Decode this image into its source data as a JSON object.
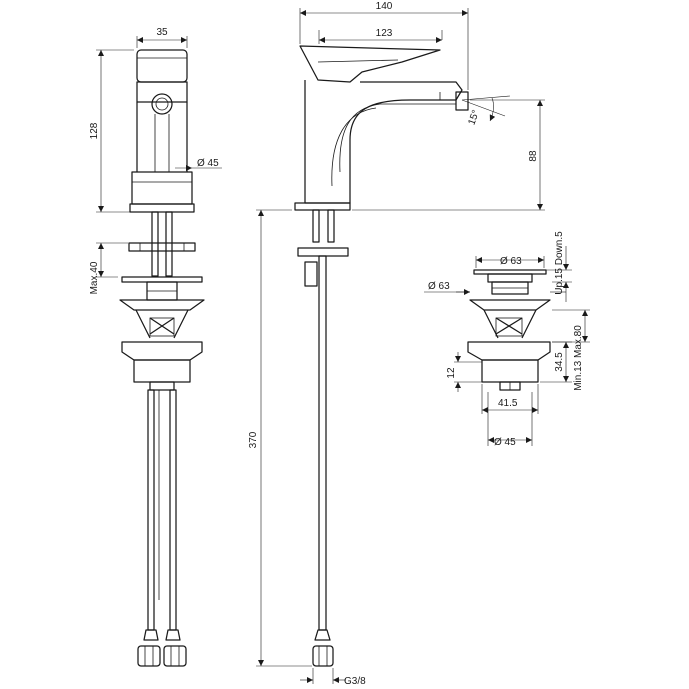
{
  "dimensions": {
    "front_view": {
      "handle_width": "35",
      "body_height": "128",
      "base_diameter": "Ø 45",
      "deck_thickness": "Max.40"
    },
    "side_view": {
      "overall_length": "140",
      "spout_reach": "123",
      "spout_angle": "15°",
      "spout_height": "88",
      "hose_length": "370",
      "thread": "G3/8"
    },
    "waste_detail": {
      "plug_diameter": "Ø 63",
      "flange_diameter": "Ø 63",
      "plug_travel": "Up.15 Down.5",
      "thread_length": "12",
      "nut_width": "41.5",
      "body_height": "34.5",
      "deck_thickness": "Min.13 Max.80",
      "outlet_diameter": "Ø 45"
    }
  }
}
